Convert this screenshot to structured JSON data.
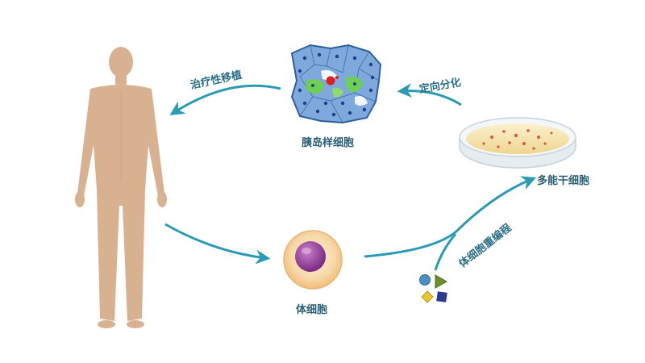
{
  "labels": {
    "transplant": "治疗性移植",
    "islet_cells": "胰岛样细胞",
    "directed_diff": "定向分化",
    "pluripotent": "多能干细胞",
    "somatic_cell": "体细胞",
    "reprogramming": "体细胞重编程"
  },
  "colors": {
    "arrow": "#2b9ab3",
    "label": "#2a6f86",
    "skin": "#d8b191",
    "skin_shadow": "#c49a77",
    "cell_outer": "#f4c98f",
    "cell_nucleus": "#8a3a8f",
    "islet_blue": "#6e9bd4",
    "islet_green": "#6fcf52",
    "islet_red": "#e0201f",
    "dish_medium": "#f5e3ae"
  },
  "icons": [
    "human-body-icon",
    "somatic-cell-icon",
    "islet-cluster-icon",
    "petri-dish-icon",
    "reprogramming-factors-icon"
  ]
}
